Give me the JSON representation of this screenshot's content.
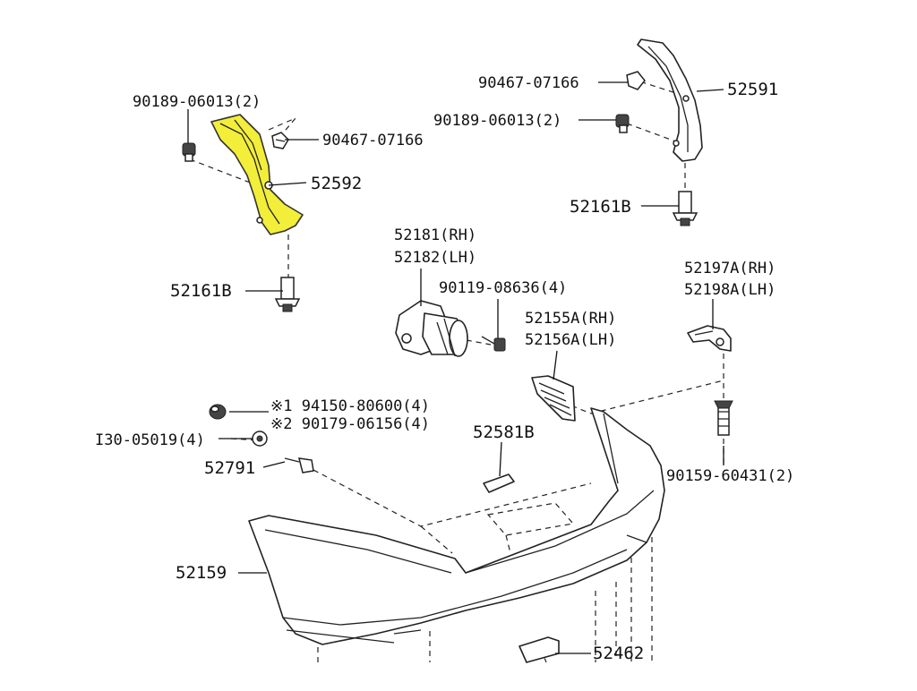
{
  "highlight_color": "#f2ee3a",
  "labels": {
    "p90189_06013_left": "90189-06013(2)",
    "p90467_07166_left": "90467-07166",
    "p52592": "52592",
    "p52161b_left": "52161B",
    "p90467_07166_right": "90467-07166",
    "p52591": "52591",
    "p90189_06013_right": "90189-06013(2)",
    "p52161b_right": "52161B",
    "p52181": "52181(RH)",
    "p52182": "52182(LH)",
    "p90119_08636": "90119-08636(4)",
    "p52155a": "52155A(RH)",
    "p52156a": "52156A(LH)",
    "p52197a": "52197A(RH)",
    "p52198a": "52198A(LH)",
    "p94150_80600": "※1 94150-80600(4)",
    "p90179_06156": "※2 90179-06156(4)",
    "p130_05019": "I30-05019(4)",
    "p52581b": "52581B",
    "p52791": "52791",
    "p90159_60431": "90159-60431(2)",
    "p52159": "52159",
    "p52462": "52462"
  }
}
